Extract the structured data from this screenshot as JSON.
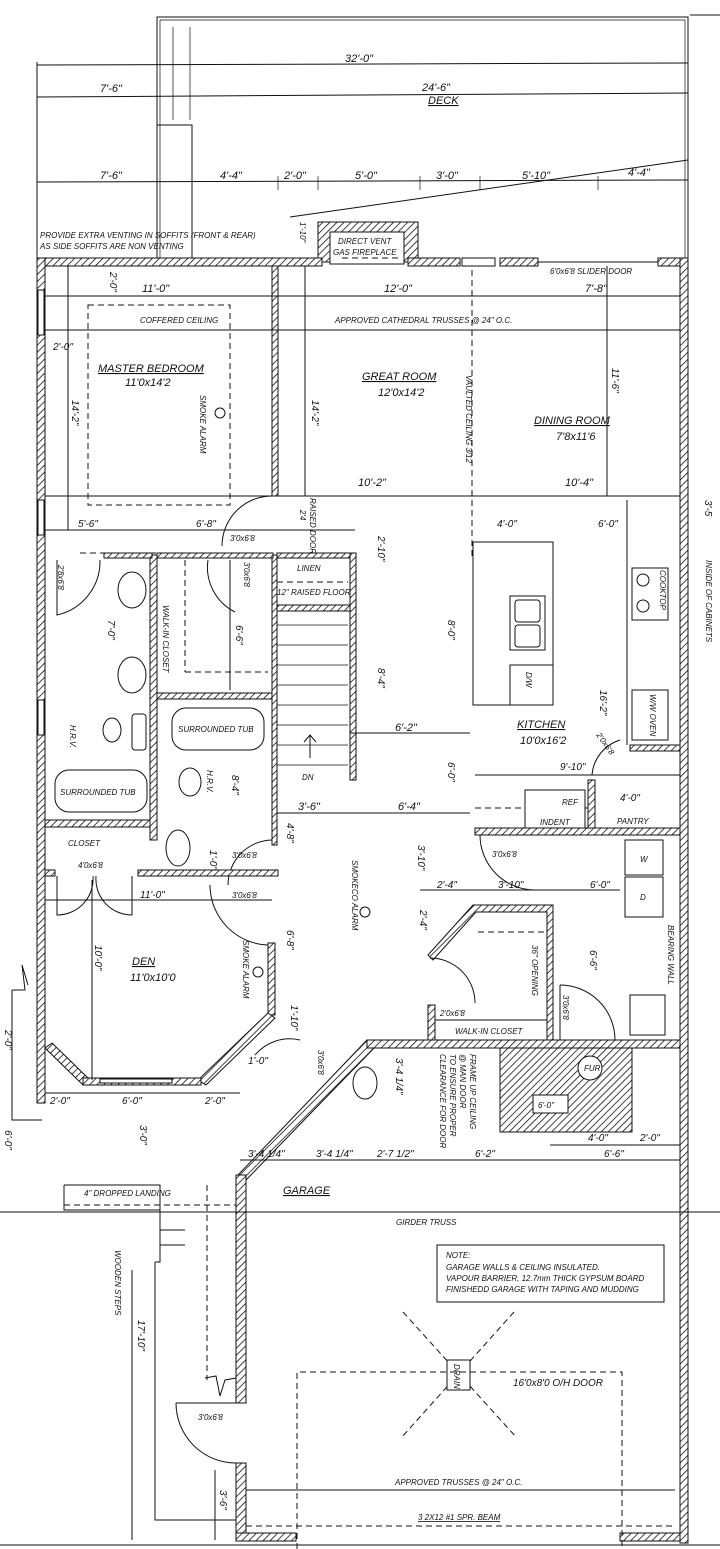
{
  "title": "Main Floor Plan",
  "deck": {
    "label": "DECK",
    "overall": "32'-0\"",
    "left": "7'-6\"",
    "right": "24'-6\""
  },
  "top_dims": [
    "7'-6\"",
    "4'-4\"",
    "2'-0\"",
    "5'-0\"",
    "3'-0\"",
    "5'-10\"",
    "4'-4\""
  ],
  "notes": {
    "venting_1": "PROVIDE EXTRA VENTING IN SOFFITS (FRONT & REAR)",
    "venting_2": "AS SIDE SOFFITS ARE NON VENTING",
    "fireplace_1": "DIRECT VENT",
    "fireplace_2": "GAS FIREPLACE",
    "fireplace_dim": "1'-10\"",
    "slider": "6'0x6'8 SLIDER DOOR",
    "coffered": "COFFERED CEILING",
    "cathedral": "APPROVED CATHEDRAL TRUSSES @ 24\" O.C.",
    "vaulted": "VAULTED CEILING 3/12",
    "raised_door": "RAISED DOOR",
    "raised_door_dim": "2'4",
    "raised_floor": "12\" RAISED FLOOR",
    "frame_1": "FRAME UP CEILING",
    "frame_2": "@ MAN DOOR",
    "frame_3": "TO ENSURE PROPER",
    "frame_4": "CLEARANCE FOR DOOR",
    "dropped_landing": "4\" DROPPED LANDING",
    "girder": "GIRDER TRUSS",
    "wooden_steps": "WOODEN STEPS",
    "garage_trusses": "APPROVED TRUSSES @ 24\" O.C.",
    "beam": "3 2X12 #1 SPR. BEAM",
    "bearing_wall": "BEARING WALL",
    "cabinets": "INSIDE OF CABINETS",
    "drain": "DRAIN",
    "overhead_door": "16'0x8'0 O/H DOOR",
    "note_title": "NOTE:",
    "note_1": "GARAGE WALLS & CEILING INSULATED.",
    "note_2": "VAPOUR BARRIER, 12.7mm THICK GYPSUM BOARD",
    "note_3": "FINISHEDD GARAGE WITH TAPING AND MUDDING"
  },
  "rooms": {
    "master": {
      "name": "MASTER BEDROOM",
      "size": "11'0x14'2"
    },
    "great": {
      "name": "GREAT ROOM",
      "size": "12'0x14'2"
    },
    "dining": {
      "name": "DINING ROOM",
      "size": "7'8x11'6"
    },
    "kitchen": {
      "name": "KITCHEN",
      "size": "10'0x16'2"
    },
    "den": {
      "name": "DEN",
      "size": "11'0x10'0"
    },
    "garage": {
      "name": "GARAGE"
    },
    "linen": "LINEN",
    "walkin": "WALK-IN CLOSET",
    "walkin2": "WALK-IN CLOSET",
    "closet": "CLOSET",
    "pantry": "PANTRY",
    "indent": "INDENT",
    "tub1": "SURROUNDED TUB",
    "tub2": "SURROUNDED TUB",
    "ref": "REF",
    "dw": "D/W",
    "cooktop": "COOKTOP",
    "oven": "W/W OVEN",
    "hrv1": "H.R.V.",
    "hrv2": "H.R.V.",
    "dn": "DN",
    "smoke1": "SMOKE ALARM",
    "smoke2": "SMOKE ALARM",
    "smokeco": "SMOKECO ALARM",
    "opening": "36\" OPENING",
    "washer": "W",
    "dryer": "D",
    "furnace": "FUR"
  },
  "dims": {
    "d_11_0_a": "11'-0\"",
    "d_12_0": "12'-0\"",
    "d_7_8": "7'-8\"",
    "d_2_0_a": "2'-0\"",
    "d_2_0_b": "2'-0\"",
    "d_14_2_a": "14'-2\"",
    "d_14_2_b": "14'-2\"",
    "d_11_6": "11'-6\"",
    "d_10_2": "10'-2\"",
    "d_10_4": "10'-4\"",
    "d_5_6": "5'-6\"",
    "d_6_8_a": "6'-8\"",
    "d_4_0_a": "4'-0\"",
    "d_6_0_a": "6'-0\"",
    "d_3_5": "3'-5",
    "door_a": "3'0x6'8",
    "door_b": "2'8x6'8",
    "door_c": "3'0x6'8",
    "d_2_10": "2'-10\"",
    "d_7_0": "7'-0\"",
    "d_6_6_a": "6'-6\"",
    "d_8_0": "8'-0\"",
    "d_8_4_a": "8'-4\"",
    "d_16_2": "16'-2\"",
    "d_6_2_a": "6'-2\"",
    "door_d": "2'0x6'8",
    "d_9_10": "9'-10\"",
    "d_6_0_b": "6'-0\"",
    "d_4_0_b": "4'-0\"",
    "d_3_6_a": "3'-6\"",
    "d_6_4": "6'-4\"",
    "d_8_4_b": "8'-4\"",
    "d_4_8": "4'-8\"",
    "d_1_0_a": "1'-0\"",
    "door_e": "3'0x6'8",
    "d_3_10_a": "3'-10\"",
    "door_f": "3'0x6'8",
    "d_2_4_a": "2'-4\"",
    "d_3_10_b": "3'-10\"",
    "d_6_0_c": "6'-0\"",
    "door_g": "4'0x6'8",
    "d_11_0_b": "11'-0\"",
    "door_h": "3'0x6'8",
    "d_10_0": "10'-0\"",
    "d_6_8_b": "6'-8\"",
    "d_2_4_b": "2'-4\"",
    "d_6_6_b": "6'-6\"",
    "door_i": "3'0x6'8",
    "door_j": "2'0x6'8",
    "d_1_10": "1'-10\"",
    "door_k": "3'0x6'8",
    "d_1_0_b": "1'-0\"",
    "d_3_4_a": "3'-4 1/4\"",
    "d_2_0_c": "2'-0\"",
    "d_6_0_d": "6'-0\"",
    "d_2_0_d": "2'-0\"",
    "d_3_0": "3'-0\"",
    "d_4_0_c": "4'-0\"",
    "d_2_0_e": "2'-0\"",
    "d_3_4_b": "3'-4 1/4\"",
    "d_3_4_c": "3'-4 1/4\"",
    "d_2_7": "2'-7 1/2\"",
    "d_6_2_b": "6'-2\"",
    "d_6_6_c": "6'-6\"",
    "d_2_0_f": "2'-0\"",
    "d_6_0_e": "6'-0\"",
    "d_17_10": "17'-10\"",
    "door_l": "3'0x6'8",
    "d_3_6_b": "3'-6\"",
    "d_6_0_f": "6'-0\""
  }
}
